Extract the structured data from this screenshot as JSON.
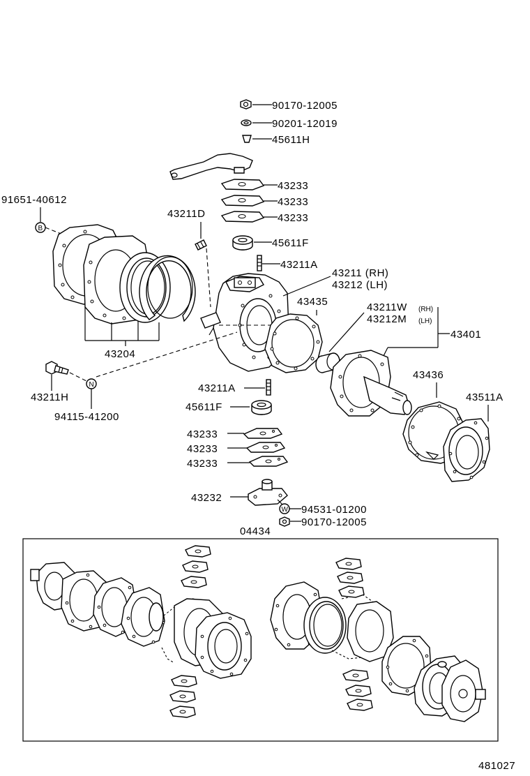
{
  "diagram": {
    "labels": {
      "p90170_top": "90170-12005",
      "p90201": "90201-12019",
      "p45611H": "45611H",
      "p43233_a": "43233",
      "p43233_b": "43233",
      "p43233_c": "43233",
      "p91651": "91651-40612",
      "p43211D": "43211D",
      "p45611F_top": "45611F",
      "p43211A_top": "43211A",
      "p43211": "43211 (RH)",
      "p43212": "43212 (LH)",
      "p43435": "43435",
      "p43211W": "43211W",
      "p43211W_side": "(RH)",
      "p43212M": "43212M",
      "p43212M_side": "(LH)",
      "p43401": "43401",
      "p43204": "43204",
      "p43211H": "43211H",
      "p94115": "94115-41200",
      "p43211A_bot": "43211A",
      "p45611F_bot": "45611F",
      "p43436": "43436",
      "p43511A": "43511A",
      "p43233_d": "43233",
      "p43233_e": "43233",
      "p43233_f": "43233",
      "p43232": "43232",
      "p94531": "94531-01200",
      "p90170_bot": "90170-12005",
      "p04434": "04434",
      "figure_no": "481027"
    },
    "markers": {
      "B": "B",
      "N": "N",
      "W": "W"
    }
  }
}
